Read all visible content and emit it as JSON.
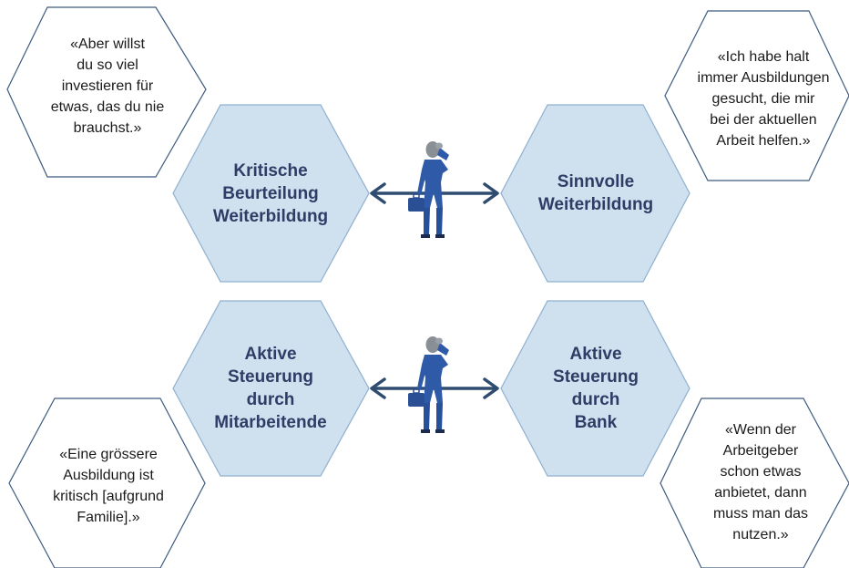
{
  "main_hexagons": {
    "top_left": [
      "Kritische",
      "Beurteilung",
      "Weiterbildung"
    ],
    "top_right": [
      "Sinnvolle",
      "Weiterbildung"
    ],
    "bottom_left": [
      "Aktive",
      "Steuerung",
      "durch",
      "Mitarbeitende"
    ],
    "bottom_right": [
      "Aktive",
      "Steuerung",
      "durch",
      "Bank"
    ]
  },
  "quotes": {
    "top_left": [
      "«Aber willst",
      "du so viel",
      "investieren für",
      "etwas, das du nie",
      "brauchst.»"
    ],
    "top_right": [
      "«Ich habe halt",
      "immer Ausbildungen",
      "gesucht, die mir",
      "bei der aktuellen",
      "Arbeit helfen.»"
    ],
    "bottom_left": [
      "«Eine grössere",
      "Ausbildung ist",
      "kritisch [aufgrund",
      "Familie].»"
    ],
    "bottom_right": [
      "«Wenn der",
      "Arbeitgeber",
      "schon etwas",
      "anbietet, dann",
      "muss man das",
      "nutzen.»"
    ]
  },
  "colors": {
    "main_fill": "#cfe0ef",
    "main_text": "#2f3d66",
    "quote_border": "#3d5a80",
    "arrow": "#2f4b70",
    "figure_suit": "#2e5aa8"
  },
  "icons": [
    "thinking-businessman-icon",
    "thinking-businessman-icon"
  ]
}
